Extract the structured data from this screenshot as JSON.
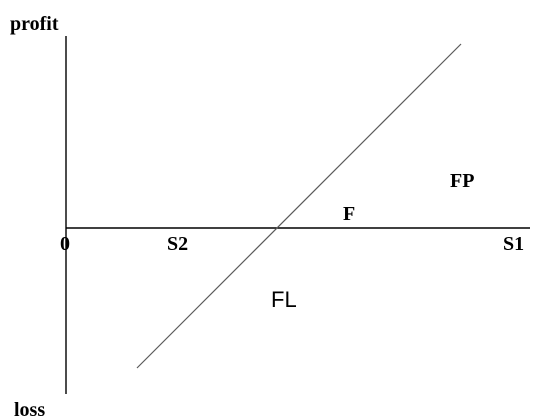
{
  "labels": {
    "y_top": "profit",
    "y_bottom": "loss",
    "origin": "0",
    "s2": "S2",
    "s1": "S1",
    "f": "F",
    "fp": "FP",
    "fl": "FL"
  },
  "colors": {
    "axis": "#000000",
    "line": "#5a5a5a",
    "text": "#000000",
    "background": "#ffffff"
  }
}
